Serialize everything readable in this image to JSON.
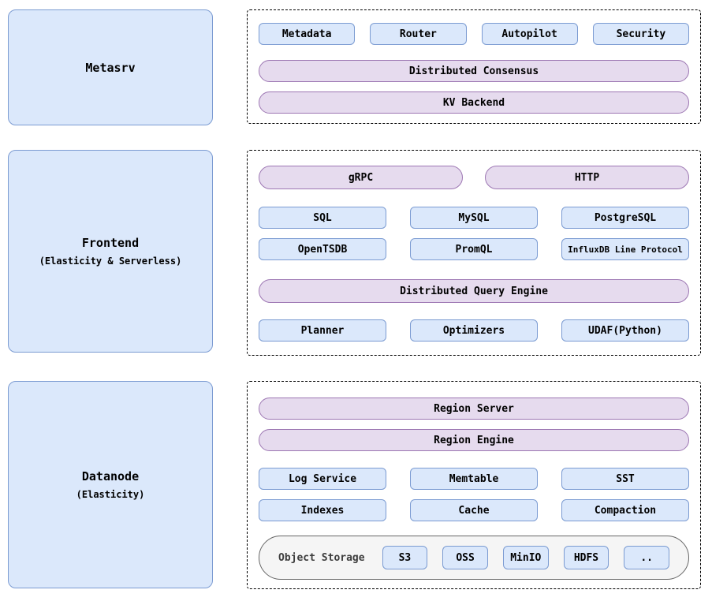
{
  "colors": {
    "blue_box_fill": "#dbe8fb",
    "blue_box_border": "#7b9bd2",
    "purple_pill_fill": "#e6dbee",
    "purple_pill_border": "#9d77b3",
    "storage_group_fill": "#f5f5f5",
    "storage_group_border": "#666666",
    "dashed_container_border": "#000000"
  },
  "left_panels": {
    "metasrv": {
      "title": "Metasrv"
    },
    "frontend": {
      "title": "Frontend",
      "subtitle": "(Elasticity & Serverless)"
    },
    "datanode": {
      "title": "Datanode",
      "subtitle": "(Elasticity)"
    }
  },
  "metasrv": {
    "modules": [
      "Metadata",
      "Router",
      "Autopilot",
      "Security"
    ],
    "pills": [
      "Distributed Consensus",
      "KV Backend"
    ]
  },
  "frontend": {
    "protocol_pills": [
      "gRPC",
      "HTTP"
    ],
    "query_row1": [
      "SQL",
      "MySQL",
      "PostgreSQL"
    ],
    "query_row2": [
      "OpenTSDB",
      "PromQL",
      "InfluxDB Line Protocol"
    ],
    "engine_pill": "Distributed Query Engine",
    "engine_components": [
      "Planner",
      "Optimizers",
      "UDAF(Python)"
    ]
  },
  "datanode": {
    "pills": [
      "Region Server",
      "Region Engine"
    ],
    "storage_row1": [
      "Log Service",
      "Memtable",
      "SST"
    ],
    "storage_row2": [
      "Indexes",
      "Cache",
      "Compaction"
    ],
    "object_storage": {
      "label": "Object Storage",
      "backends": [
        "S3",
        "OSS",
        "MinIO",
        "HDFS",
        ".."
      ]
    }
  }
}
